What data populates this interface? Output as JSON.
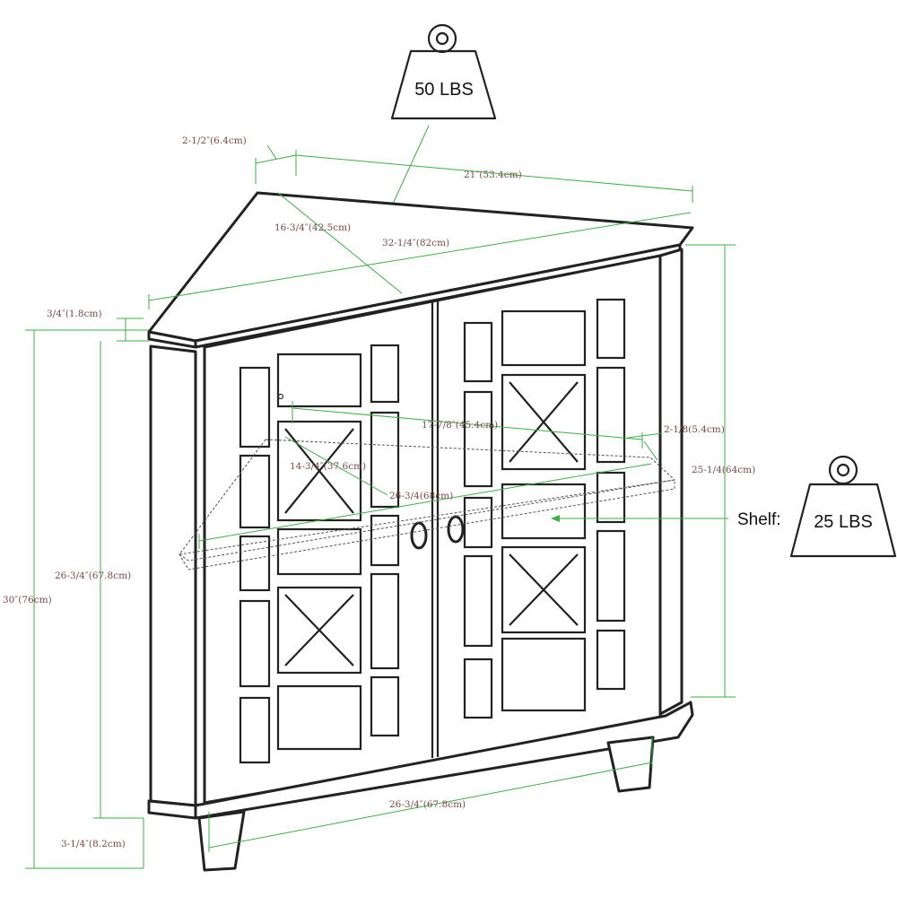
{
  "weights": {
    "top_load": "50 LBS",
    "shelf_prefix": "Shelf:",
    "shelf_load": "25 LBS"
  },
  "dimensions": {
    "top_overhang": "2-1/2″(6.4cm)",
    "top_side": "21″(53.4cm)",
    "top_depth": "16-3/4″(42.5cm)",
    "top_front_width": "32-1/4″(82cm)",
    "top_thickness": "3/4″(1.8cm)",
    "total_height": "30″(76cm)",
    "body_height": "26-3/4″(67.8cm)",
    "leg_height": "3-1/4″(8.2cm)",
    "base_width": "26-3/4″(67.8cm)",
    "side_panel_height": "25-1/4(64cm)",
    "shelf_side": "17-7/8″(45.4cm)",
    "shelf_edge": "2-1/8(5.4cm)",
    "shelf_depth": "14-3/4″(37.6cm)",
    "shelf_front": "26-3/4(68cm)"
  }
}
